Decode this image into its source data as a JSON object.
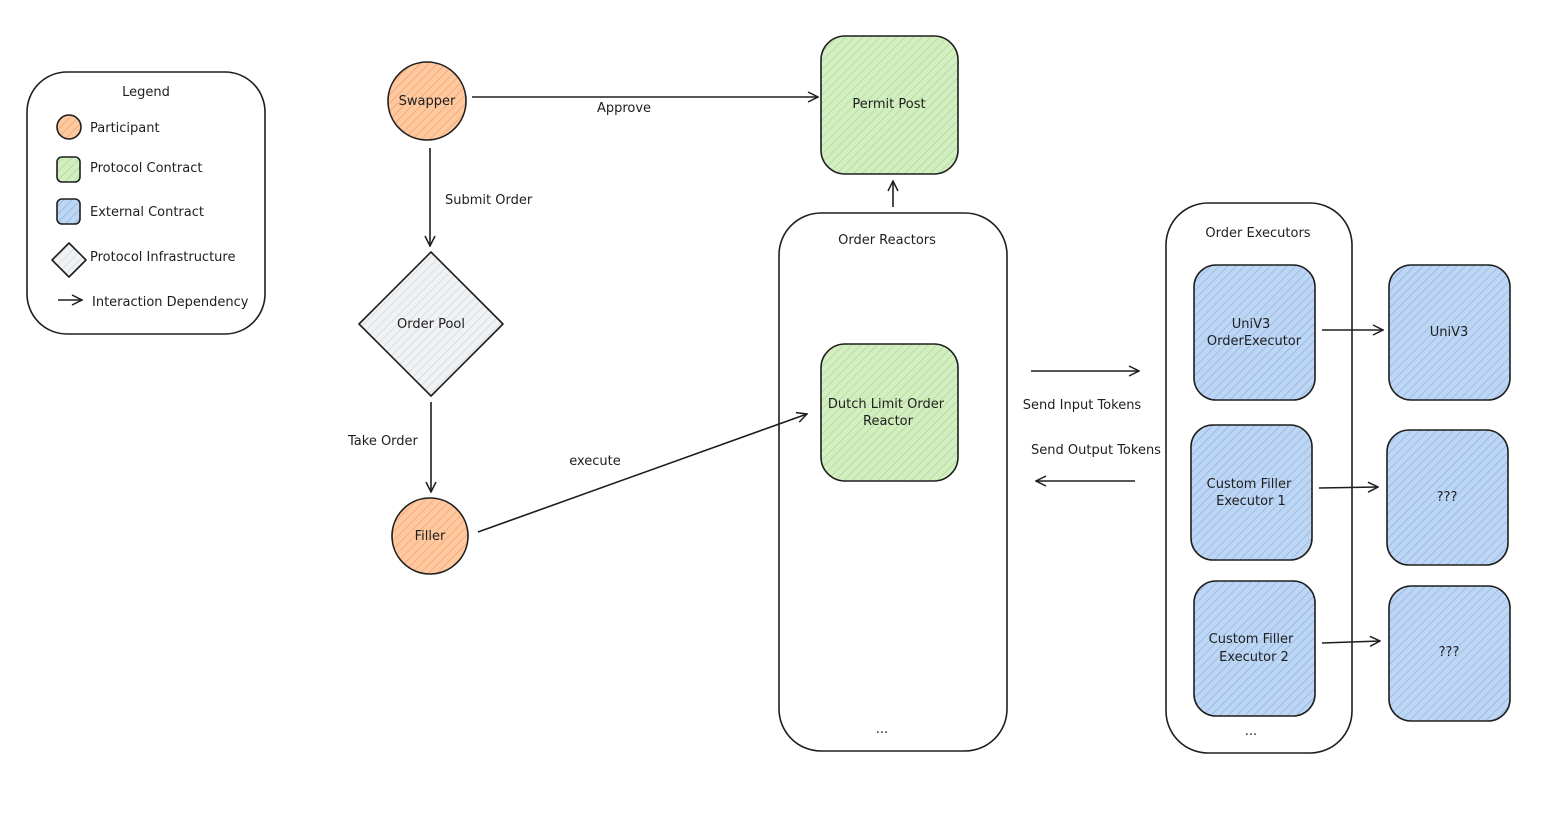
{
  "colors": {
    "participant": "#ffc9a0",
    "participant_hatch": "#f0a070",
    "protocol_contract": "#cfeebc",
    "protocol_contract_hatch": "#9ed07e",
    "external_contract": "#b9d3f2",
    "external_contract_hatch": "#7ea8dc",
    "infrastructure": "#eceff2",
    "infrastructure_hatch": "#c2c8ce",
    "stroke": "#1e1e1e"
  },
  "legend": {
    "title": "Legend",
    "items": [
      {
        "label": "Participant",
        "shape": "circle"
      },
      {
        "label": "Protocol Contract",
        "shape": "square-green"
      },
      {
        "label": "External Contract",
        "shape": "square-blue"
      },
      {
        "label": "Protocol Infrastructure",
        "shape": "diamond"
      },
      {
        "label": "Interaction Dependency",
        "shape": "arrow"
      }
    ]
  },
  "nodes": {
    "swapper": "Swapper",
    "permit_post": "Permit Post",
    "order_pool": "Order Pool",
    "filler": "Filler",
    "order_reactors_title": "Order Reactors",
    "dutch_reactor": [
      "Dutch Limit Order",
      "Reactor"
    ],
    "order_reactors_more": "...",
    "order_executors_title": "Order Executors",
    "univ3_executor": [
      "UniV3",
      "OrderExecutor"
    ],
    "custom_filler_1": [
      "Custom Filler",
      "Executor 1"
    ],
    "custom_filler_2": [
      "Custom Filler",
      "Executor 2"
    ],
    "order_executors_more": "...",
    "univ3": "UniV3",
    "unknown_1": "???",
    "unknown_2": "???"
  },
  "edges": {
    "approve": "Approve",
    "submit_order": "Submit Order",
    "take_order": "Take Order",
    "execute": "execute",
    "send_input_tokens": "Send Input Tokens",
    "send_output_tokens": "Send Output Tokens"
  }
}
